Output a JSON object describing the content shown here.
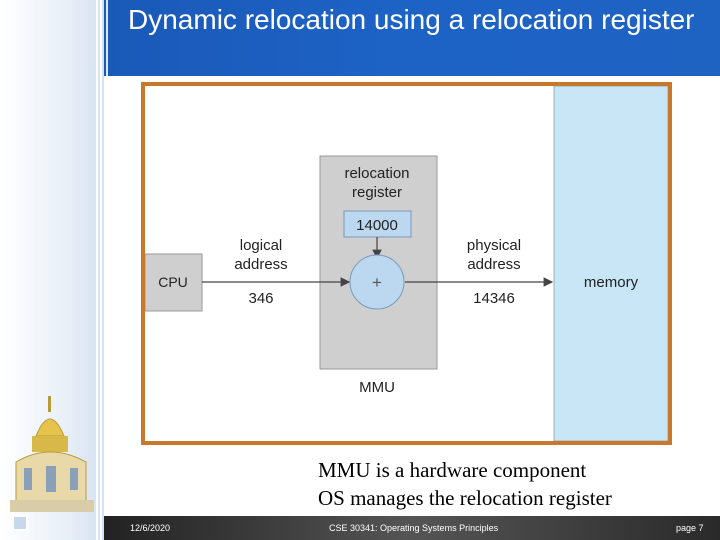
{
  "title": "Dynamic relocation using a relocation register",
  "diagram": {
    "cpu_label": "CPU",
    "logical_label_line1": "logical",
    "logical_label_line2": "address",
    "logical_value": "346",
    "register_label_line1": "relocation",
    "register_label_line2": "register",
    "register_value": "14000",
    "adder_symbol": "+",
    "physical_label_line1": "physical",
    "physical_label_line2": "address",
    "physical_value": "14346",
    "memory_label": "memory",
    "mmu_label": "MMU"
  },
  "caption": {
    "line1": "MMU is a hardware component",
    "line2": "OS manages the relocation register"
  },
  "footer": {
    "date": "12/6/2020",
    "course": "CSE 30341: Operating Systems Principles",
    "page": "page 7"
  },
  "colors": {
    "title_bar": "#1d63c6",
    "frame_border": "#c8782a",
    "mmu_box": "#cfcfcf",
    "memory_box": "#c8e6f6",
    "register_box": "#bcd8f0"
  }
}
